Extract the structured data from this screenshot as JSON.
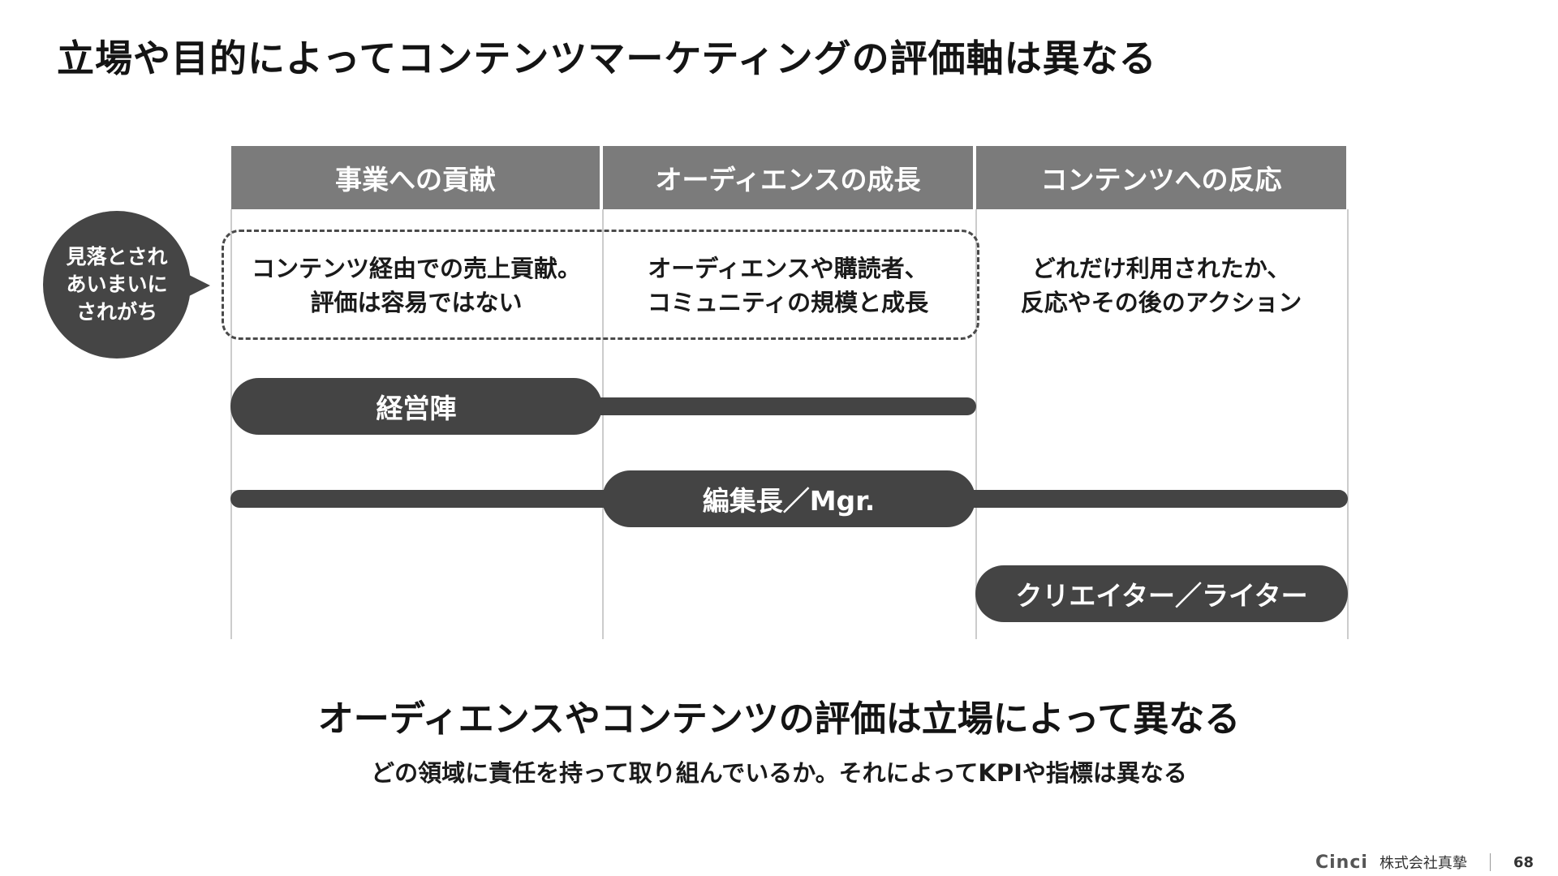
{
  "title": "立場や目的によってコンテンツマーケティングの評価軸は異なる",
  "columns": [
    {
      "header": "事業への貢献",
      "lines": [
        "コンテンツ経由での売上貢献。",
        "評価は容易ではない"
      ]
    },
    {
      "header": "オーディエンスの成長",
      "lines": [
        "オーディエンスや購読者、",
        "コミュニティの規模と成長"
      ]
    },
    {
      "header": "コンテンツへの反応",
      "lines": [
        "どれだけ利用されたか、",
        "反応やその後のアクション"
      ]
    }
  ],
  "callout": {
    "lines": [
      "見落とされ",
      "あいまいに",
      "されがち"
    ]
  },
  "roles": [
    {
      "label": "経営陣"
    },
    {
      "label": "編集長／Mgr."
    },
    {
      "label": "クリエイター／ライター"
    }
  ],
  "headline": "オーディエンスやコンテンツの評価は立場によって異なる",
  "subline": "どの領域に責任を持って取り組んでいるか。それによってKPIや指標は異なる",
  "footer": {
    "logo": "Cinci",
    "company": "株式会社真摯",
    "page": "68"
  },
  "colors": {
    "header": "#7b7b7b",
    "dark": "#444444",
    "divider": "#cccccc"
  }
}
